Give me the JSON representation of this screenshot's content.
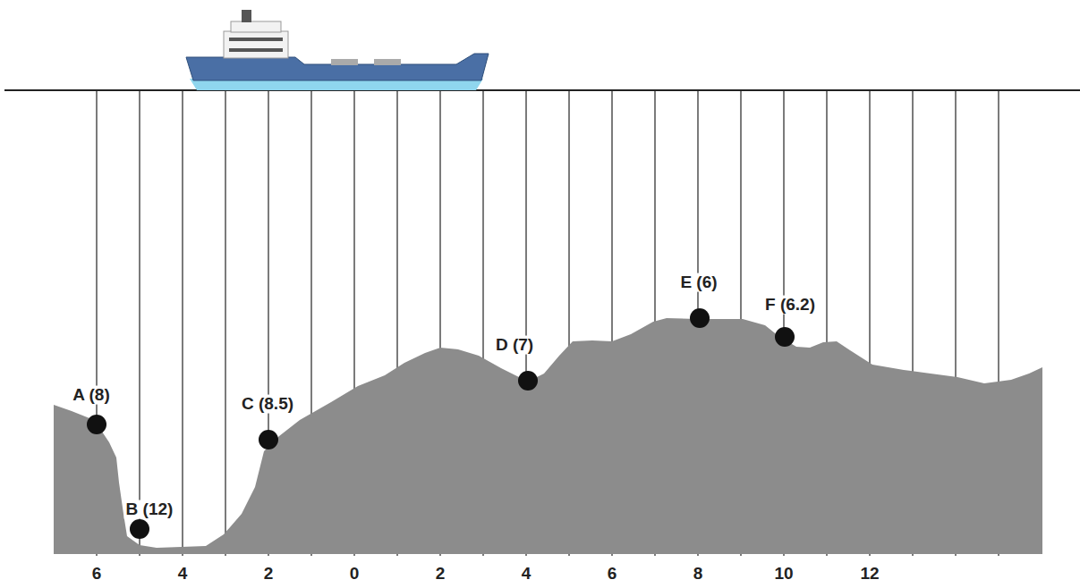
{
  "diagram": {
    "labels": [
      "A (8)",
      "B (12)",
      "C (8.5)",
      "D (7)",
      "E (6)",
      "F (6.2)",
      "6",
      "4",
      "2",
      "0",
      "2",
      "4",
      "6",
      "8",
      "10",
      "12"
    ]
  }
}
